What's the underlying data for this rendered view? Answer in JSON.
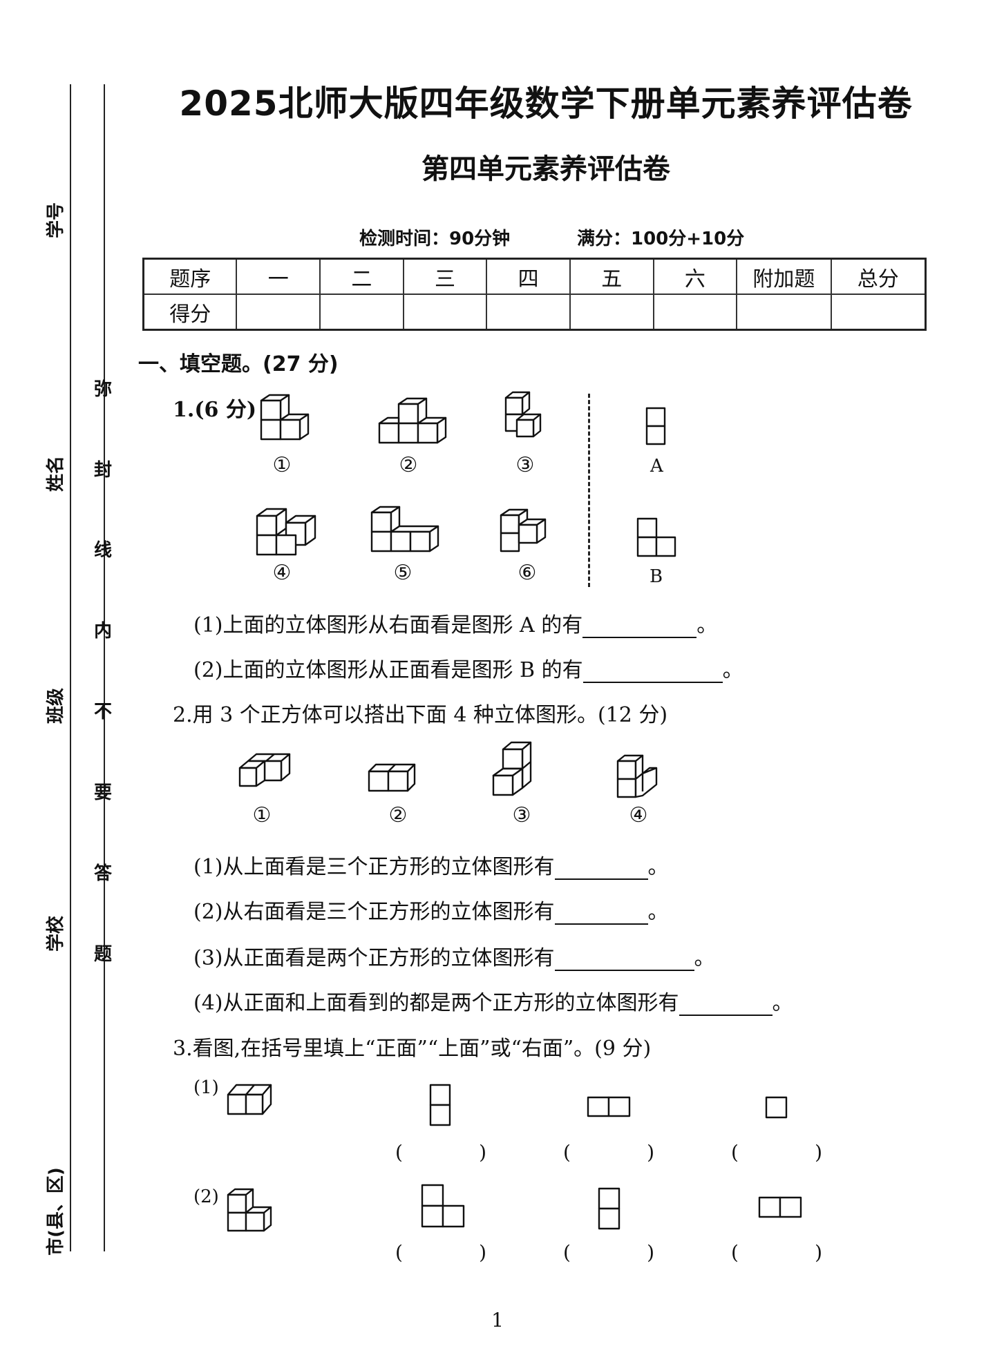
{
  "title": "2025北师大版四年级数学下册单元素养评估卷",
  "subtitle": "第四单元素养评估卷",
  "meta": {
    "time": "检测时间：90分钟",
    "score": "满分：100分+10分"
  },
  "score_table": {
    "header": [
      "题序",
      "一",
      "二",
      "三",
      "四",
      "五",
      "六",
      "附加题",
      "总分"
    ],
    "row_label": "得分"
  },
  "binding": {
    "outer_labels": [
      "学号",
      "姓名",
      "班级",
      "学校",
      "市(县、区)"
    ],
    "inner_chars": [
      "弥",
      "封",
      "线",
      "内",
      "不",
      "要",
      "答",
      "题"
    ]
  },
  "section1": {
    "heading": "一、填空题。(27 分)",
    "q1": {
      "label": "1.(6 分)",
      "figure_numbers": [
        "①",
        "②",
        "③",
        "④",
        "⑤",
        "⑥"
      ],
      "view_labels": [
        "A",
        "B"
      ],
      "sub1": "(1)上面的立体图形从右面看是图形 A 的有",
      "sub2": "(2)上面的立体图形从正面看是图形 B 的有"
    },
    "q2": {
      "label": "2.用 3 个正方体可以搭出下面 4 种立体图形。(12 分)",
      "figure_numbers": [
        "①",
        "②",
        "③",
        "④"
      ],
      "sub1": "(1)从上面看是三个正方形的立体图形有",
      "sub2": "(2)从右面看是三个正方形的立体图形有",
      "sub3": "(3)从正面看是两个正方形的立体图形有",
      "sub4": "(4)从正面和上面看到的都是两个正方形的立体图形有"
    },
    "q3": {
      "label": "3.看图,在括号里填上“正面”“上面”或“右面”。(9 分)",
      "part1": "(1)",
      "part2": "(2)"
    },
    "period": "。",
    "paren_open": "(",
    "paren_close": ")"
  },
  "page_number": "1"
}
